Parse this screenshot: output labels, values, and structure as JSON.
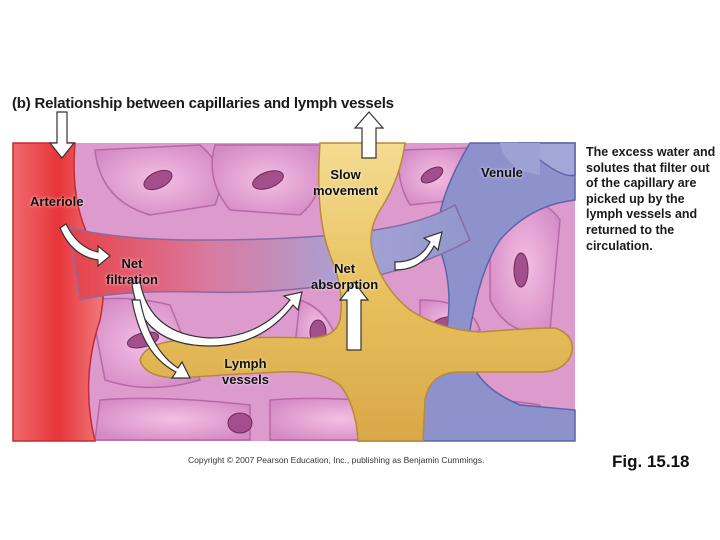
{
  "title": "(b) Relationship between capillaries and lymph vessels",
  "labels": {
    "arteriole": "Arteriole",
    "net_filtration": "Net\nfiltration",
    "slow_movement": "Slow\nmovement",
    "venule": "Venule",
    "net_absorption": "Net\nabsorption",
    "lymph_vessels": "Lymph\nvessels"
  },
  "caption": "The excess water and solutes that filter out of the capillary are picked up by the lymph vessels and returned to the circulation.",
  "copyright": "Copyright © 2007 Pearson Education, Inc., publishing as Benjamin Cummings.",
  "figure_label": "Fig. 15.18",
  "colors": {
    "arterial_red": "#e8353a",
    "venous_blue": "#8e92cc",
    "lymph_yellow": "#e8c46a",
    "tissue_pink": "#d98fc8",
    "cell_mauve": "#a34f8c"
  }
}
